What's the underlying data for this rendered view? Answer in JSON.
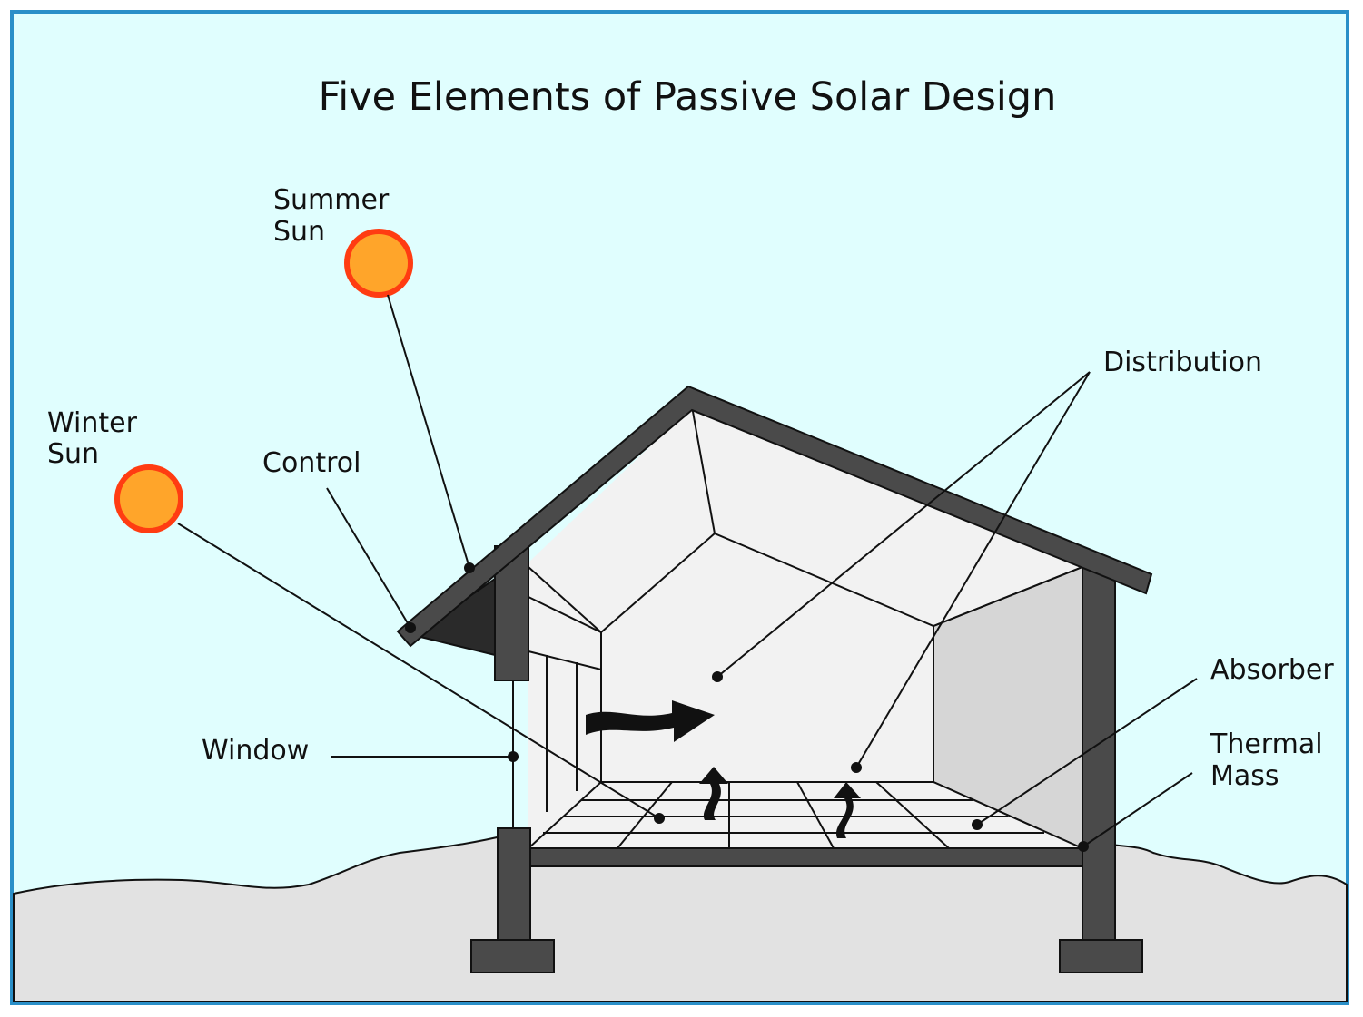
{
  "title": "Five Elements of Passive Solar Design",
  "labels": {
    "summer_sun": [
      "Summer",
      "Sun"
    ],
    "winter_sun": [
      "Winter",
      "Sun"
    ],
    "control": "Control",
    "window": "Window",
    "distribution": "Distribution",
    "absorber": "Absorber",
    "thermal_mass": [
      "Thermal",
      "Mass"
    ]
  },
  "colors": {
    "sky": "#e0fefe",
    "frame": "#2a8fc8",
    "ground": "#e2e2e2",
    "structure": "#4a4a4a",
    "sun_fill": "#ffa52a",
    "sun_ring": "#ff3c12",
    "interior": "#f2f2f2",
    "right_wall": "#d6d6d6"
  },
  "icons": [
    "summer-sun-icon",
    "winter-sun-icon",
    "heat-flow-arrow-icon",
    "rising-heat-arrow-icon"
  ]
}
